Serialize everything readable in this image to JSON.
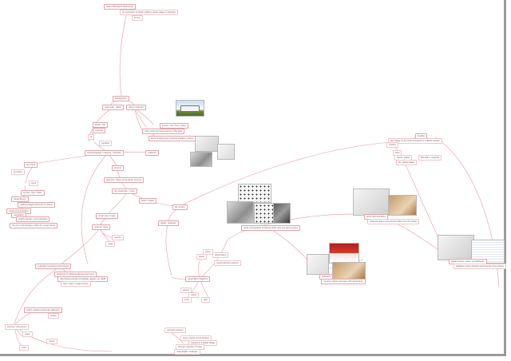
{
  "diagram": {
    "line_color": "#e89aa3",
    "nodes": [
      {
        "id": "root",
        "text": "Field of Research (Discourse)",
        "icon": ""
      },
      {
        "id": "root_note",
        "text": "an exploration of design within a global village of networks",
        "icon": ""
      },
      {
        "id": "root_note2",
        "text": "(more)",
        "icon": ""
      },
      {
        "id": "n_ethno",
        "text": "Ethnography",
        "icon": ""
      },
      {
        "id": "n_case",
        "text": "case study: global",
        "icon": ""
      },
      {
        "id": "n_travel",
        "text": "travel / collection",
        "icon": ""
      },
      {
        "id": "n_journey",
        "text": "journey: bus / ferry / plane",
        "icon": ""
      },
      {
        "id": "n_travel_notes",
        "text": "travel notes and observations in Bangkok",
        "icon": ""
      },
      {
        "id": "n_items",
        "text": "items of ephemera / material artefacts / tickets",
        "icon": ""
      },
      {
        "id": "n_locale",
        "text": "locale / site",
        "icon": ""
      },
      {
        "id": "n_map",
        "text": "mapping",
        "icon": ""
      },
      {
        "id": "n_ta",
        "text": "ta",
        "icon": ""
      },
      {
        "id": "n_ta2",
        "text": "narrative",
        "icon": ""
      },
      {
        "id": "n_center",
        "text": "visual language / mapping / networks",
        "icon": ""
      },
      {
        "id": "n_collect",
        "text": "collection",
        "icon": ""
      },
      {
        "id": "n_left1",
        "text": "the visual",
        "icon": ""
      },
      {
        "id": "n_left2",
        "text": "semiotics",
        "icon": ""
      },
      {
        "id": "n_left3",
        "text": "signs",
        "icon": ""
      },
      {
        "id": "n_left4",
        "text": "symbol / sign / index",
        "icon": ""
      },
      {
        "id": "n_left5",
        "text": "visual literacy",
        "icon": ""
      },
      {
        "id": "n_left6",
        "text": "reading images and texts in context",
        "icon": ""
      },
      {
        "id": "n_left7",
        "text": "visual communication",
        "icon": ""
      },
      {
        "id": "n_left8",
        "text": "typography",
        "icon": ""
      },
      {
        "id": "n_left9",
        "text": "graphic design / communication",
        "icon": ""
      },
      {
        "id": "n_left10",
        "text": "the role of the designer within the visual culture",
        "icon": ""
      },
      {
        "id": "n_proc",
        "text": "process",
        "icon": ""
      },
      {
        "id": "n_proc1",
        "text": "gestures / traces of the hand / process",
        "icon": ""
      },
      {
        "id": "n_proc2",
        "text": "the visual diary / notes",
        "icon": ""
      },
      {
        "id": "n_arch",
        "text": "future / digital",
        "icon": ""
      },
      {
        "id": "n_arch2",
        "text": "the archive",
        "icon": ""
      },
      {
        "id": "n_bottom1",
        "text": "digital / analogue",
        "icon": ""
      },
      {
        "id": "n_bottom2",
        "text": "records",
        "icon": ""
      },
      {
        "id": "n_tech",
        "text": "a globally networked world culture",
        "icon": ""
      },
      {
        "id": "n_tech1",
        "text": "designing for global audiences and users",
        "icon": ""
      },
      {
        "id": "n_tech2",
        "text": "http://www.example.com/global_design_net_2008",
        "icon": ""
      },
      {
        "id": "n_source",
        "text": "web / maps / image archive",
        "icon": ""
      },
      {
        "id": "n_source2",
        "text": "online mapping tools and collections",
        "icon": ""
      },
      {
        "id": "n_source3",
        "text": "review",
        "icon": ""
      },
      {
        "id": "n_source4",
        "text": "sources / references",
        "icon": ""
      },
      {
        "id": "n_left_b",
        "text": "notes",
        "icon": ""
      },
      {
        "id": "n_left_b2",
        "text": "paper",
        "icon": ""
      },
      {
        "id": "n_mid1",
        "text": "visual data / diagrams",
        "icon": ""
      },
      {
        "id": "n_mid2",
        "text": "thesis",
        "icon": ""
      },
      {
        "id": "n_mid3",
        "text": "paper",
        "icon": ""
      },
      {
        "id": "n_mid4",
        "text": "presentation",
        "icon": ""
      },
      {
        "id": "n_mid5",
        "text": "visual reflective practice",
        "icon": ""
      },
      {
        "id": "n_mid6",
        "text": "project",
        "icon": ""
      },
      {
        "id": "n_mid7",
        "text": "output",
        "icon": ""
      },
      {
        "id": "n_mid8",
        "text": "book",
        "icon": ""
      },
      {
        "id": "n_mid9",
        "text": "web",
        "icon": ""
      },
      {
        "id": "n_low1",
        "text": "research question",
        "icon": ""
      },
      {
        "id": "n_low2",
        "text": "how is visual communication",
        "icon": ""
      },
      {
        "id": "n_low3",
        "text": "mapped in a global village",
        "icon": ""
      },
      {
        "id": "n_low4",
        "text": "through networks of travel",
        "icon": ""
      },
      {
        "id": "n_low5",
        "text": "using digital / analogue",
        "icon": ""
      },
      {
        "id": "n_cards",
        "text": "cards: photographs of playing cards, dice and game pieces",
        "icon": ""
      },
      {
        "id": "n_red",
        "text": "postcards",
        "icon": ""
      },
      {
        "id": "n_red2",
        "text": "receipts, tickets and paper with handwriting",
        "icon": ""
      },
      {
        "id": "n_photo_lbl",
        "text": "photo documentation",
        "icon": ""
      },
      {
        "id": "n_photo_lbl2",
        "text": "collected papers and printed matter from the streets",
        "icon": ""
      },
      {
        "id": "n_screen",
        "text": "digital screens / data / spreadsheets",
        "icon": ""
      },
      {
        "id": "n_screen2",
        "text": "database of the collection and records of the archive",
        "icon": ""
      },
      {
        "id": "n_right1",
        "text": "timeline",
        "icon": ""
      },
      {
        "id": "n_right2",
        "text": "the 'village' as the local connected to a global network",
        "icon": ""
      },
      {
        "id": "n_right3",
        "text": "local",
        "icon": ""
      },
      {
        "id": "n_right4",
        "text": "glocal / global",
        "icon": ""
      },
      {
        "id": "n_right5",
        "text": "the 'global village'",
        "icon": ""
      },
      {
        "id": "n_right6",
        "text": "McLuhan / networks",
        "icon": ""
      },
      {
        "id": "n_center2",
        "text": "visual map / image",
        "icon": ""
      },
      {
        "id": "n_center3",
        "text": "network / place",
        "icon": ""
      }
    ]
  }
}
